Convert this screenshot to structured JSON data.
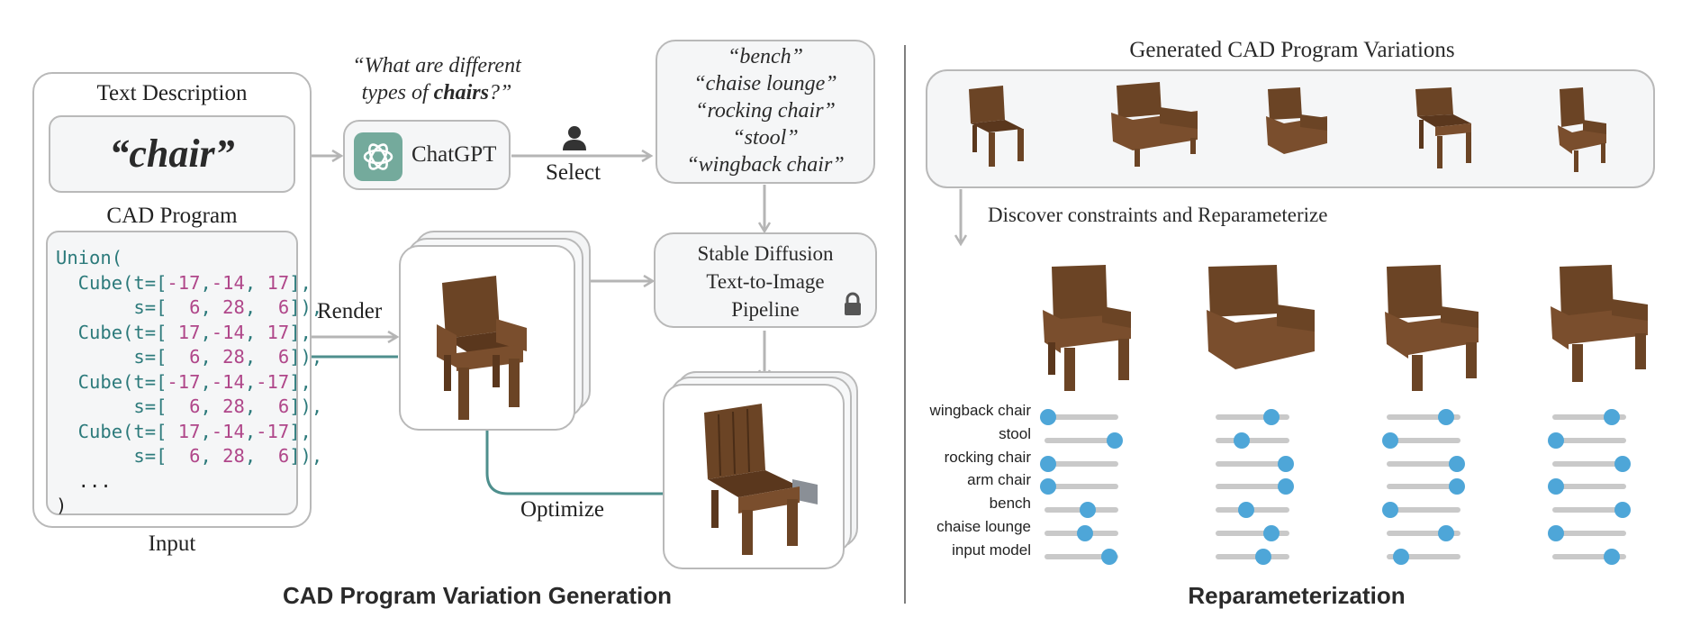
{
  "left": {
    "input_label": "Input",
    "text_desc_title": "Text Description",
    "text_value": "“chair”",
    "cad_title": "CAD Program",
    "code_lines": [
      [
        [
          "Union(",
          "t"
        ]
      ],
      [
        [
          "  Cube(t=[",
          "t"
        ],
        [
          "-17",
          "n"
        ],
        [
          ",",
          "t"
        ],
        [
          "-14",
          "n"
        ],
        [
          ", ",
          "t"
        ],
        [
          "17",
          "n"
        ],
        [
          "],",
          "t"
        ]
      ],
      [
        [
          "       s=[  ",
          "t"
        ],
        [
          "6",
          "n"
        ],
        [
          ", ",
          "t"
        ],
        [
          "28",
          "n"
        ],
        [
          ",  ",
          "t"
        ],
        [
          "6",
          "n"
        ],
        [
          "]),",
          "t"
        ]
      ],
      [
        [
          "  Cube(t=[ ",
          "t"
        ],
        [
          "17",
          "n"
        ],
        [
          ",",
          "t"
        ],
        [
          "-14",
          "n"
        ],
        [
          ", ",
          "t"
        ],
        [
          "17",
          "n"
        ],
        [
          "],",
          "t"
        ]
      ],
      [
        [
          "       s=[  ",
          "t"
        ],
        [
          "6",
          "n"
        ],
        [
          ", ",
          "t"
        ],
        [
          "28",
          "n"
        ],
        [
          ",  ",
          "t"
        ],
        [
          "6",
          "n"
        ],
        [
          "]),",
          "t"
        ]
      ],
      [
        [
          "  Cube(t=[",
          "t"
        ],
        [
          "-17",
          "n"
        ],
        [
          ",",
          "t"
        ],
        [
          "-14",
          "n"
        ],
        [
          ",",
          "t"
        ],
        [
          "-17",
          "n"
        ],
        [
          "],",
          "t"
        ]
      ],
      [
        [
          "       s=[  ",
          "t"
        ],
        [
          "6",
          "n"
        ],
        [
          ", ",
          "t"
        ],
        [
          "28",
          "n"
        ],
        [
          ",  ",
          "t"
        ],
        [
          "6",
          "n"
        ],
        [
          "]),",
          "t"
        ]
      ],
      [
        [
          "  Cube(t=[ ",
          "t"
        ],
        [
          "17",
          "n"
        ],
        [
          ",",
          "t"
        ],
        [
          "-14",
          "n"
        ],
        [
          ",",
          "t"
        ],
        [
          "-17",
          "n"
        ],
        [
          "],",
          "t"
        ]
      ],
      [
        [
          "       s=[  ",
          "t"
        ],
        [
          "6",
          "n"
        ],
        [
          ", ",
          "t"
        ],
        [
          "28",
          "n"
        ],
        [
          ",  ",
          "t"
        ],
        [
          "6",
          "n"
        ],
        [
          "]),",
          "t"
        ]
      ],
      [
        [
          "  ...",
          "p"
        ]
      ],
      [
        [
          ")",
          "p"
        ]
      ]
    ],
    "question_line1": "“What are different",
    "question_line2a": "types of ",
    "question_line2b": "chairs",
    "question_line2c": "?”",
    "chatgpt_label": "ChatGPT",
    "select_label": "Select",
    "answers": [
      "“bench”",
      "“chaise lounge”",
      "“rocking chair”",
      "“stool”",
      "“wingback chair”"
    ],
    "sd_lines": [
      "Stable Diffusion",
      "Text-to-Image",
      "Pipeline"
    ],
    "render_label": "Render",
    "optimize_label": "Optimize",
    "section_title": "CAD Program Variation Generation"
  },
  "right": {
    "title": "Generated CAD Program Variations",
    "discover_label": "Discover constraints and Reparameterize",
    "section_title": "Reparameterization",
    "slider_labels": [
      "wingback chair",
      "stool",
      "rocking chair",
      "arm chair",
      "bench",
      "chaise lounge",
      "input model"
    ],
    "slider_groups": [
      [
        0.05,
        0.95,
        0.05,
        0.05,
        0.58,
        0.55,
        0.88
      ],
      [
        0.75,
        0.35,
        0.95,
        0.95,
        0.42,
        0.75,
        0.65
      ],
      [
        0.8,
        0.05,
        0.95,
        0.95,
        0.05,
        0.8,
        0.2
      ],
      [
        0.8,
        0.05,
        0.95,
        0.05,
        0.95,
        0.05,
        0.8
      ]
    ]
  },
  "colors": {
    "accent_teal": "#4e8f8d",
    "arrow_gray": "#b5b5b5",
    "wood": "#7a4e2d",
    "slider_knob": "#4ea6d8"
  }
}
